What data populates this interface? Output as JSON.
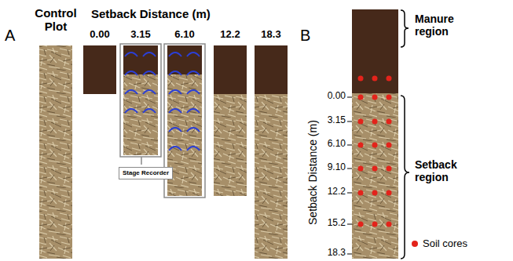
{
  "diagram": {
    "nodes": [
      {
        "text": [
          "Stage Recorder"
        ]
      }
    ],
    "labels": [
      "A",
      "Control Plot",
      "Setback Distance (m)",
      "0.00",
      "3.15",
      "6.10",
      "12.2",
      "18.3",
      "B",
      "Manure region",
      "0.00",
      "3.15",
      "6.10",
      "9.10",
      "12.2",
      "15.2",
      "18.3",
      "Setback region",
      "Setback Distance (m)"
    ],
    "legend": [
      {
        "text": "Soil cores",
        "color": "#e3231b"
      }
    ]
  }
}
